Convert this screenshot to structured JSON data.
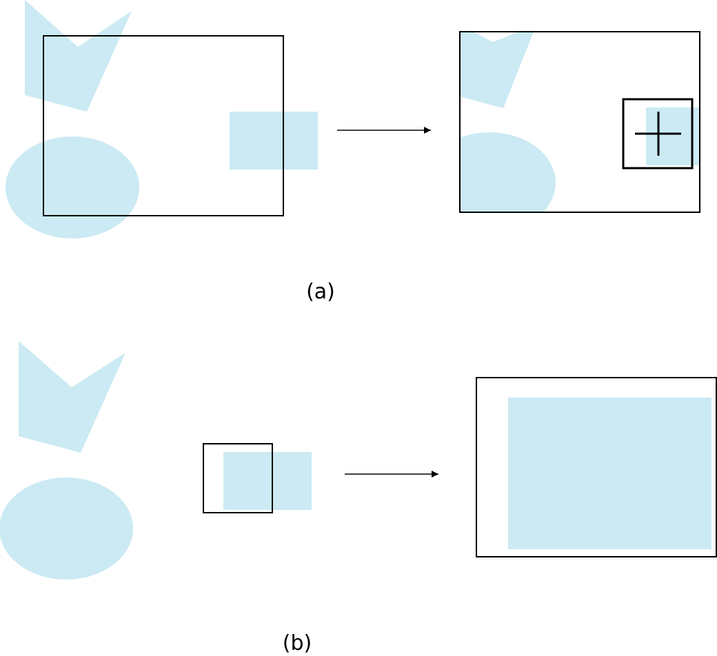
{
  "colors": {
    "shape_fill": "#CBEAF3",
    "stroke": "#000000",
    "background": "#FFFFFF"
  },
  "panels": [
    {
      "caption": "(a)",
      "scene_shapes": [
        "chevron-shape",
        "ellipse-shape",
        "rectangle-shape"
      ],
      "result_content": [
        "chevron-shape",
        "ellipse-shape",
        "rectangle-shape",
        "crosshair-icon"
      ]
    },
    {
      "caption": "(b)",
      "scene_shapes": [
        "chevron-shape",
        "ellipse-shape",
        "rectangle-shape"
      ],
      "result_content": [
        "rectangle-shape"
      ]
    }
  ]
}
